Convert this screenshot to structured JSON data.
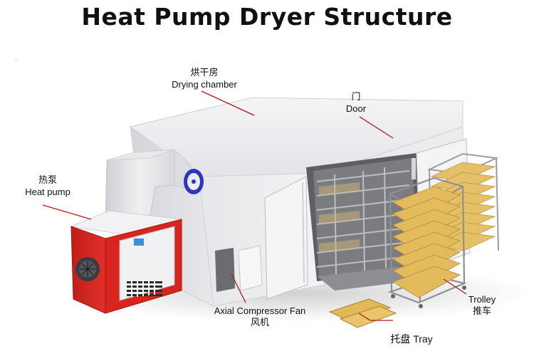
{
  "title": "Heat Pump Dryer Structure",
  "labels": {
    "drying_chamber": {
      "cn": "烘干房",
      "en": "Drying chamber"
    },
    "door": {
      "cn": "门",
      "en": "Door"
    },
    "heat_pump": {
      "cn": "热泵",
      "en": "Heat pump"
    },
    "axial_fan": {
      "en": "Axial Compressor Fan",
      "cn": "风机"
    },
    "trolley": {
      "en": "Trolley",
      "cn": "推车"
    },
    "tray": {
      "cn": "托盘",
      "en": "Tray"
    }
  },
  "colors": {
    "heat_pump_red": "#d8261f",
    "leader_line": "#b01818",
    "tray_yellow": "#e6c067"
  }
}
